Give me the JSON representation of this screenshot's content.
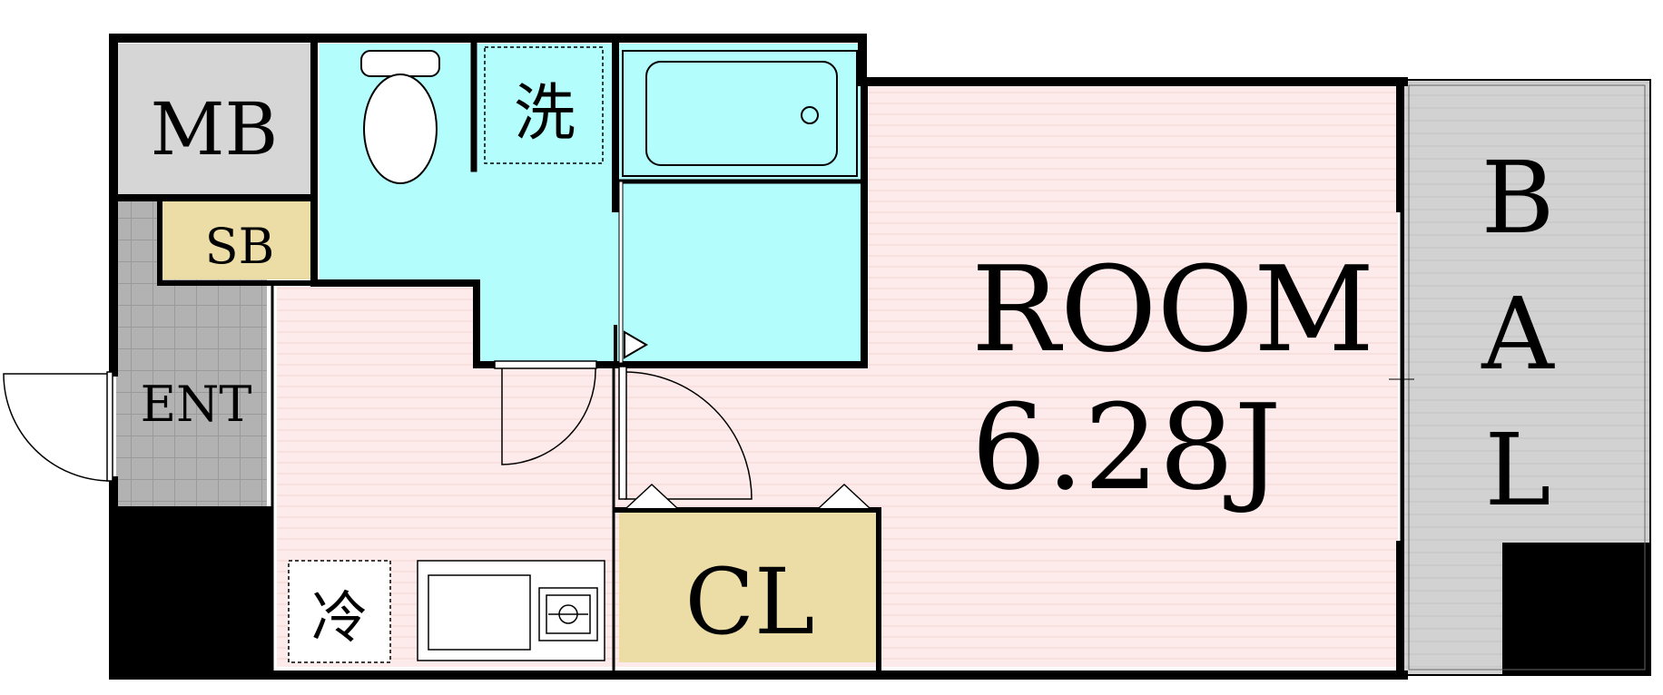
{
  "floorplan": {
    "labels": {
      "mb": "MB",
      "sb": "SB",
      "ent": "ENT",
      "wash": "洗",
      "fridge": "冷",
      "closet": "CL",
      "room_name": "ROOM",
      "room_size": "6.28J",
      "balcony": [
        "B",
        "A",
        "L"
      ]
    },
    "colors": {
      "wall": "#000000",
      "wet_area": "#b3fdfd",
      "room_floor": "#fdeaea",
      "storage": "#ecdca6",
      "meter_box": "#d6d6d6",
      "entrance_tile": "#b2b2b2",
      "balcony": "#d0d0d0"
    },
    "icons": [
      "toilet-icon",
      "bathtub-icon",
      "stove-icon",
      "sink-icon",
      "door-swing-icon"
    ]
  }
}
